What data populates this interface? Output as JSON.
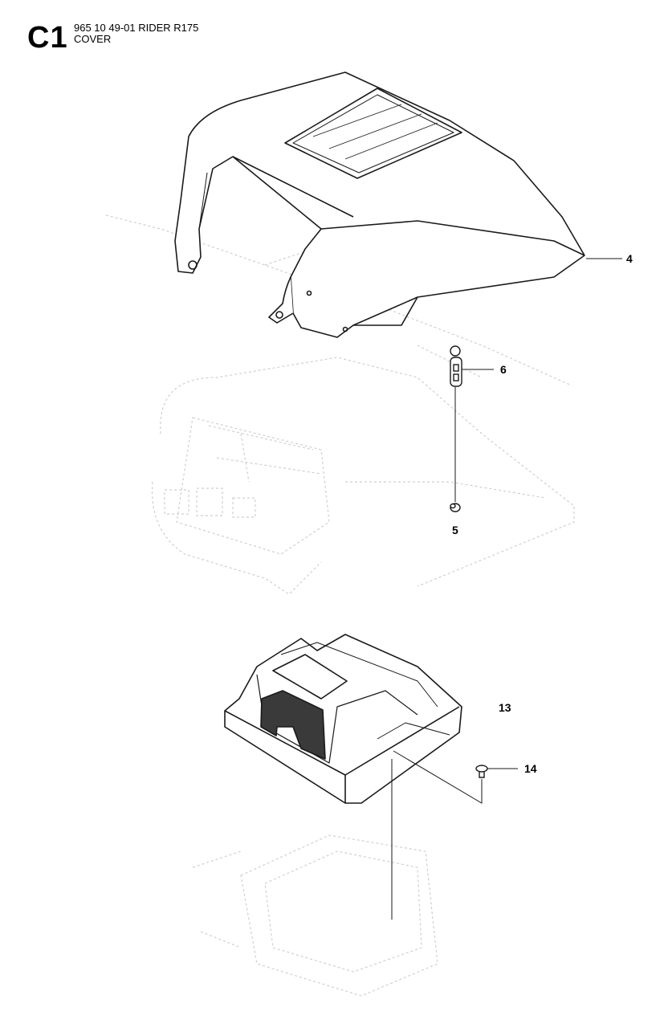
{
  "header": {
    "section_code": "C1",
    "model_line": "965 10 49-01 RIDER R175",
    "section_name": "COVER"
  },
  "callouts": [
    {
      "id": "hood",
      "label": "4"
    },
    {
      "id": "pin",
      "label": "6"
    },
    {
      "id": "clip",
      "label": "5"
    },
    {
      "id": "battery-cover",
      "label": "13"
    },
    {
      "id": "screw",
      "label": "14"
    }
  ],
  "colors": {
    "line": "#1a1a1a",
    "ghost": "#cfcfcf",
    "grille": "#3a3a3a"
  }
}
